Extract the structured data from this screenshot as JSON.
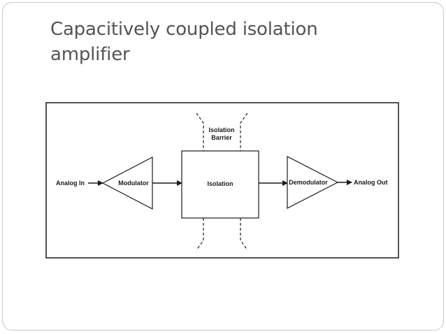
{
  "slide": {
    "title": "Capacitively coupled isolation amplifier"
  },
  "diagram": {
    "labels": {
      "analog_in": "Analog In",
      "modulator": "Modulator",
      "isolation": "Isolation",
      "isolation_barrier_line1": "Isolation",
      "isolation_barrier_line2": "Barrier",
      "demodulator": "Demodulator",
      "analog_out": "Analog Out"
    },
    "colors": {
      "stroke": "#1a1a1a",
      "title_text": "#545454",
      "slide_border": "#c8c8c8"
    }
  }
}
